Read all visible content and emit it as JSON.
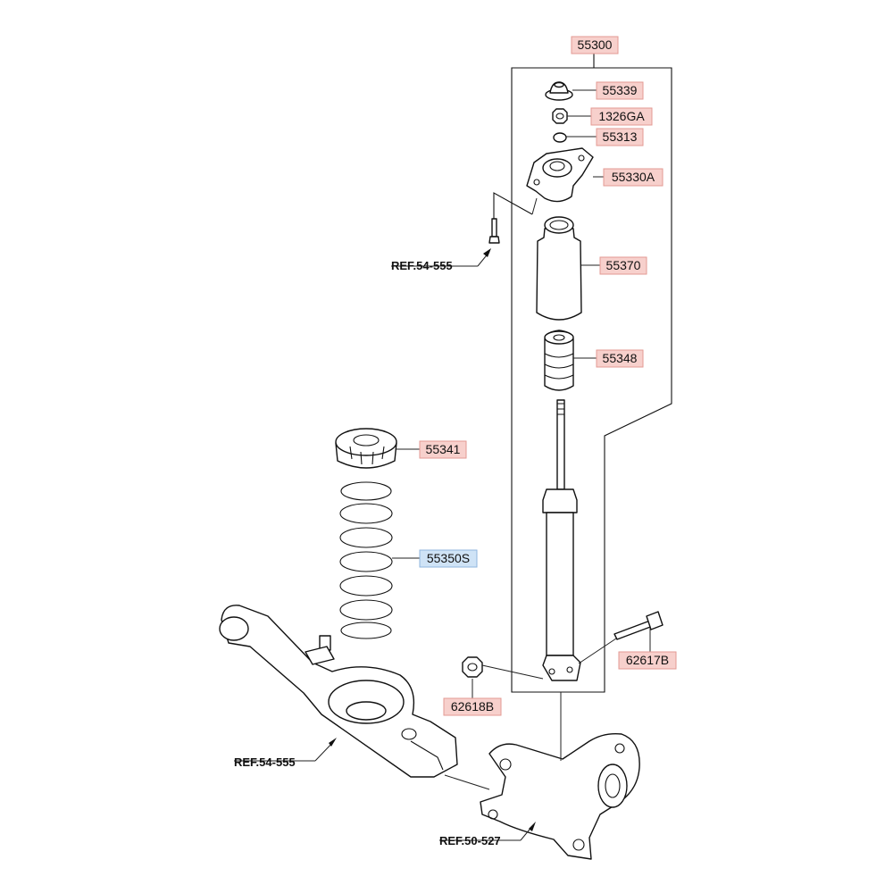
{
  "part_labels": {
    "p55300": "55300",
    "p55339": "55339",
    "p1326GA": "1326GA",
    "p55313": "55313",
    "p55330A": "55330A",
    "p55370": "55370",
    "p55348": "55348",
    "p55341": "55341",
    "p55350S": "55350S",
    "p62617B": "62617B",
    "p62618B": "62618B"
  },
  "ref_labels": {
    "ref_bolt": "REF.54-555",
    "ref_arm": "REF.54-555",
    "ref_knuckle": "REF.50-527"
  },
  "colors": {
    "tag_fill": "#f7d0cc",
    "tag_stroke": "#e39a93",
    "highlight_fill": "#cfe3f6",
    "highlight_stroke": "#8fb6de"
  },
  "highlighted_part": "55350S"
}
